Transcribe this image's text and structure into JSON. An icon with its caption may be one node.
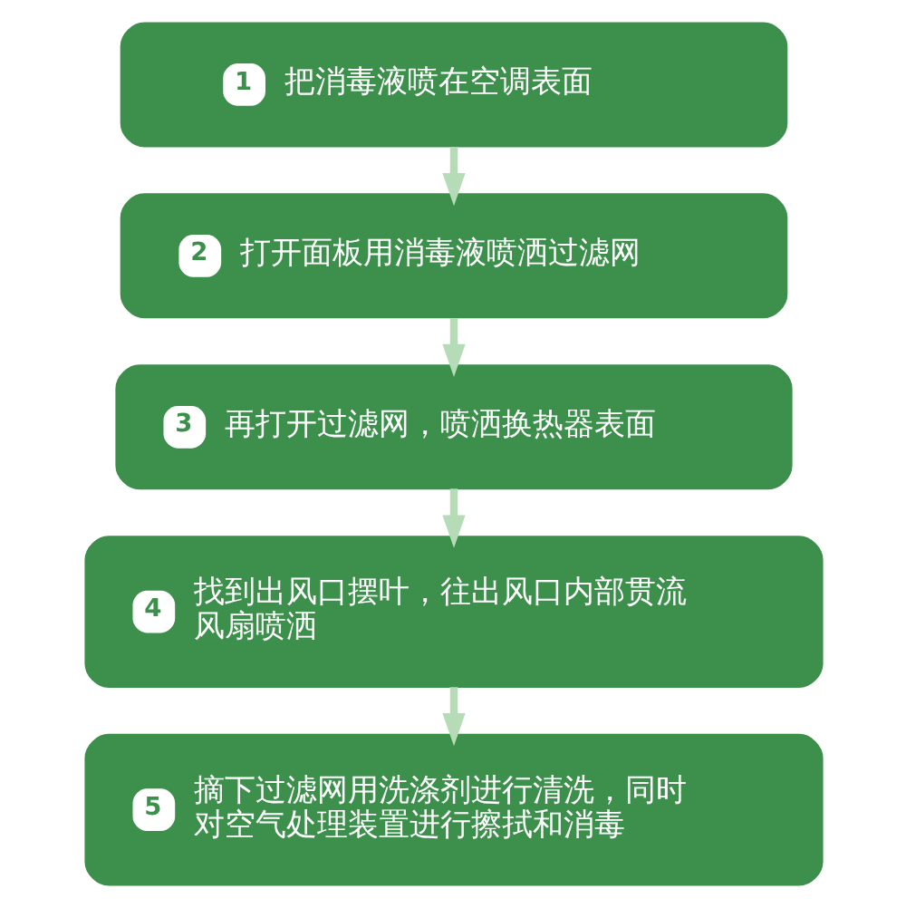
{
  "diagram": {
    "nodes": [
      {
        "text": [
          "1",
          "把消毒液喷在空调表面"
        ]
      },
      {
        "text": [
          "2",
          "打开面板用消毒液喷洒过滤网"
        ]
      },
      {
        "text": [
          "3",
          "再打开过滤网，喷洒换热器表面"
        ]
      },
      {
        "text": [
          "4",
          "找到出风口摆叶，往出风口内部贯流风扇喷洒"
        ]
      },
      {
        "text": [
          "5",
          "摘下过滤网用洗涤剂进行清洗，同时对空气处理装置进行擦拭和消毒"
        ]
      }
    ],
    "edges": [
      {
        "from": 0,
        "to": 1,
        "arrow": "to"
      },
      {
        "from": 1,
        "to": 2,
        "arrow": "to"
      },
      {
        "from": 2,
        "to": 3,
        "arrow": "to"
      },
      {
        "from": 3,
        "to": 4,
        "arrow": "to"
      }
    ]
  }
}
